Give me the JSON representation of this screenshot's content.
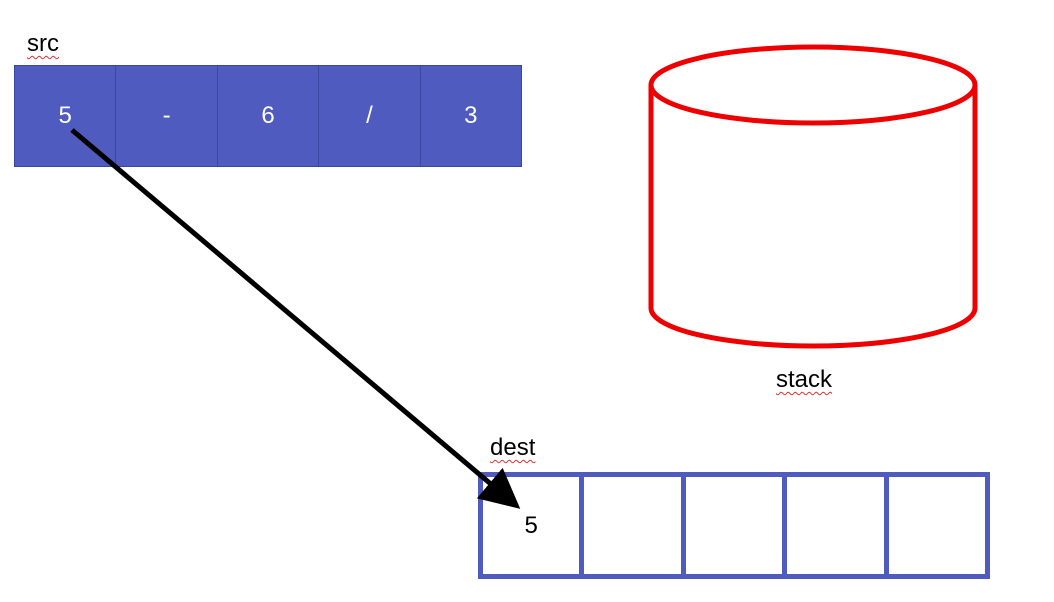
{
  "src": {
    "label": "src",
    "cells": [
      "5",
      "-",
      "6",
      "/",
      "3"
    ]
  },
  "dest": {
    "label": "dest",
    "cells": [
      "5",
      "",
      "",
      "",
      ""
    ]
  },
  "stack": {
    "label": "stack"
  },
  "colors": {
    "array_fill": "#4f5bbf",
    "stack_stroke": "#ee0000",
    "arrow": "#000000"
  }
}
